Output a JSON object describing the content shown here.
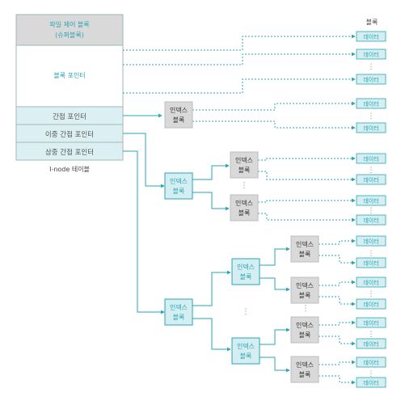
{
  "inode_table": {
    "rows": [
      {
        "line1": "파일 제어 블록",
        "line2": "(슈퍼블록)"
      },
      {
        "line1": "블록 포인터"
      },
      {
        "line1": "간접 포인터"
      },
      {
        "line1": "이중 간접 포인터"
      },
      {
        "line1": "삼중 간접 포인터"
      }
    ],
    "caption": "I-node 테이블"
  },
  "block_header": "블록",
  "index_block": {
    "line1": "인덱스",
    "line2": "블록"
  },
  "data_label": "데이터",
  "ellipsis": "⋮",
  "colors": {
    "teal": "#2aa6b4",
    "teal_fill": "#d4eef2",
    "gray_fill": "#d9d9d9",
    "table_gray": "#d9d9d9",
    "table_light": "#dcf0f3",
    "line": "#2aa6b4"
  }
}
